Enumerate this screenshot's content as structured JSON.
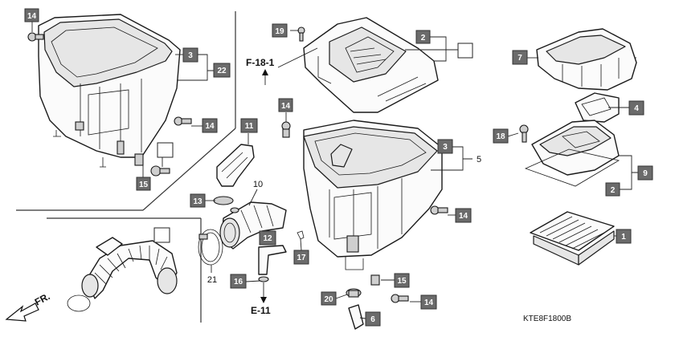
{
  "diagram": {
    "catalog_code": "KTE8F1800B",
    "references": {
      "f18": "F-18-1",
      "e11": "E-11",
      "front": "FR."
    },
    "callouts": {
      "c1": "1",
      "c2a": "2",
      "c2b": "2",
      "c3a": "3",
      "c3b": "3",
      "c4": "4",
      "c5": "5",
      "c6": "6",
      "c7": "7",
      "c9": "9",
      "c10": "10",
      "c11": "11",
      "c12": "12",
      "c13": "13",
      "c14a": "14",
      "c14b": "14",
      "c14c": "14",
      "c14d": "14",
      "c14e": "14",
      "c15a": "15",
      "c15b": "15",
      "c16": "16",
      "c17": "17",
      "c18": "18",
      "c19": "19",
      "c20": "20",
      "c21": "21",
      "c22": "22"
    }
  }
}
